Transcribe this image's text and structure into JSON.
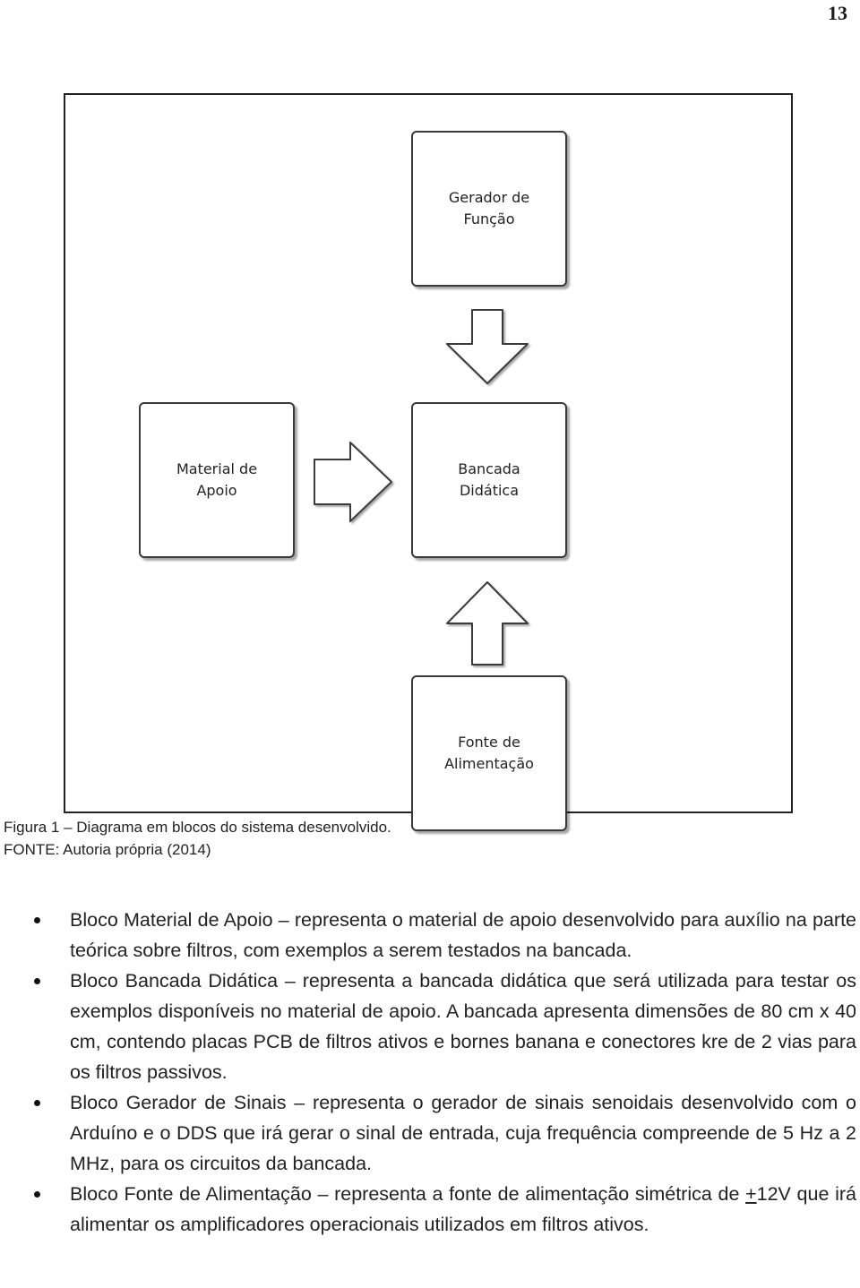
{
  "page_number": "13",
  "diagram": {
    "blocks": {
      "gerador": {
        "line1": "Gerador de",
        "line2": "Função"
      },
      "material": {
        "line1": "Material de",
        "line2": "Apoio"
      },
      "bancada": {
        "line1": "Bancada",
        "line2": "Didática"
      },
      "fonte": {
        "line1": "Fonte de",
        "line2": "Alimentação"
      }
    }
  },
  "caption": {
    "figure": "Figura 1 – Diagrama em blocos do sistema desenvolvido.",
    "source": "FONTE: Autoria própria (2014)"
  },
  "bullets": [
    {
      "text": "Bloco Material de Apoio – representa o material de apoio desenvolvido para auxílio na parte teórica sobre filtros, com exemplos a serem testados na bancada."
    },
    {
      "text": "Bloco Bancada Didática – representa a bancada didática que será utilizada para testar os exemplos disponíveis no material de apoio. A bancada apresenta dimensões de 80 cm x 40 cm, contendo placas PCB de filtros ativos e bornes banana e conectores kre de 2 vias para os filtros passivos."
    },
    {
      "text": "Bloco Gerador de Sinais – representa o gerador de sinais senoidais desenvolvido com o Arduíno e o DDS que irá gerar o sinal de entrada, cuja frequência compreende de 5 Hz a 2 MHz, para os circuitos da bancada."
    },
    {
      "pre": "Bloco Fonte de Alimentação – representa a fonte de alimentação simétrica de ",
      "sym": "+",
      "post": "12V que irá alimentar os amplificadores operacionais utilizados em filtros ativos."
    }
  ]
}
